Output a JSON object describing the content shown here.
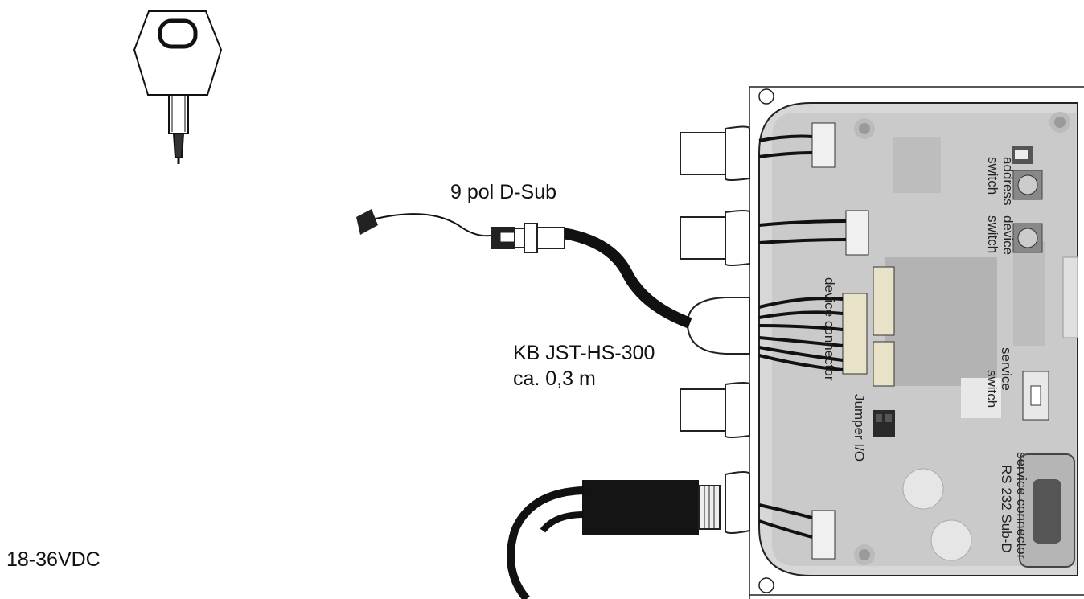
{
  "labels": {
    "dsub": "9 pol D-Sub",
    "cable_line1": "KB JST-HS-300",
    "cable_line2": "ca. 0,3 m",
    "power": "18-36VDC",
    "address_switch_1": "address",
    "address_switch_2": "switch",
    "device_switch_1": "device",
    "device_switch_2": "switch",
    "device_connector": "device connector",
    "service_switch_1": "service",
    "service_switch_2": "switch",
    "jumper": "Jumper I/O",
    "service_connector_1": "service connector",
    "service_connector_2": "RS 232 Sub-D"
  },
  "icons": [
    "key-icon",
    "dsub-plug-icon",
    "power-plug-icon"
  ]
}
